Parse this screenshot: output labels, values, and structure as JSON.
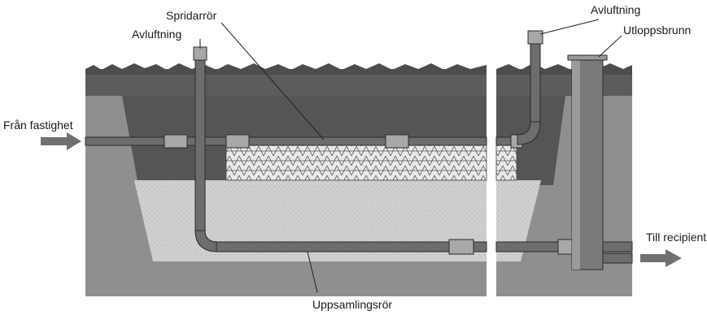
{
  "labels": {
    "from_property": "Från fastighet",
    "to_recipient": "Till recipient",
    "vent_left": "Avluftning",
    "vent_right": "Avluftning",
    "distribution_pipe": "Spridarrör",
    "outlet_well": "Utloppsbrunn",
    "collection_pipe": "Uppsamlingsrör"
  },
  "colors": {
    "grass": "#5a5a5a",
    "topsoil": "#6f6f6f",
    "excavation_soil": "#8f8f8f",
    "sand_bed": "#cfcfcf",
    "pipe": "#6d6d6d",
    "coupler": "#a8a8a8",
    "arrow": "#707070"
  }
}
